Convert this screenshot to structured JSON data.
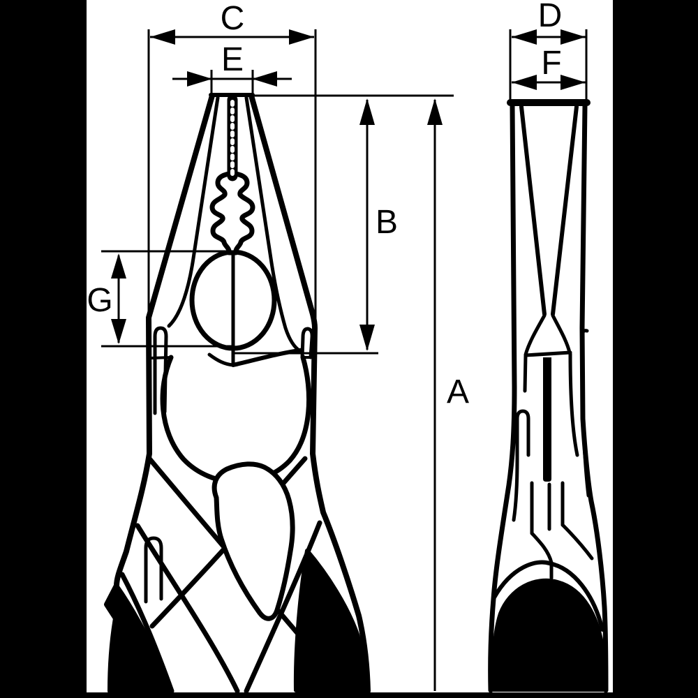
{
  "colors": {
    "letterbox": "#000000",
    "paper": "#ffffff",
    "ink": "#000000"
  },
  "dimensions": {
    "A": {
      "label": "A"
    },
    "B": {
      "label": "B"
    },
    "C": {
      "label": "C"
    },
    "D": {
      "label": "D"
    },
    "E": {
      "label": "E"
    },
    "F": {
      "label": "F"
    },
    "G": {
      "label": "G"
    }
  }
}
